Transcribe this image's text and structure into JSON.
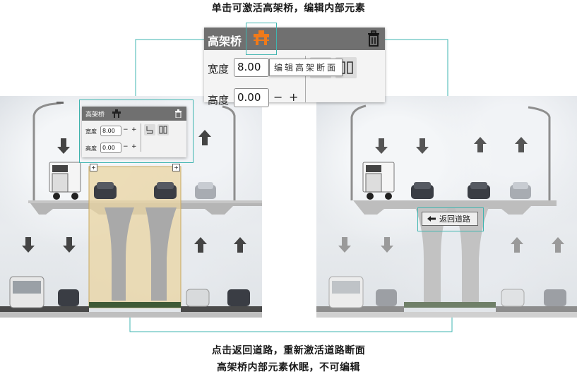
{
  "captions": {
    "top": "单击可激活高架桥，编辑内部元素",
    "bottom_line1": "点击返回道路，重新激活道路断面",
    "bottom_line2": "高架桥内部元素休眠，不可编辑"
  },
  "zoom_panel": {
    "title": "高架桥",
    "width_label": "宽度",
    "width_value": "8.00",
    "height_label": "高度",
    "height_value": "0.00",
    "minus": "−",
    "plus": "+",
    "tooltip": "编辑高架断面",
    "icons": [
      "bridge-orange-icon",
      "trash-icon",
      "cross-section-icon",
      "split-view-icon"
    ]
  },
  "mini_panel": {
    "title": "高架桥",
    "width_label": "宽度",
    "width_value": "8.00",
    "height_label": "高度",
    "height_value": "0.00",
    "minus": "−",
    "plus": "+"
  },
  "right_scene": {
    "return_label": "返回道路"
  },
  "colors": {
    "highlight": "#3fb5b0",
    "accent_orange": "#f07a1a",
    "panel_header": "#707070",
    "selection_fill": "#e9d4a2"
  }
}
